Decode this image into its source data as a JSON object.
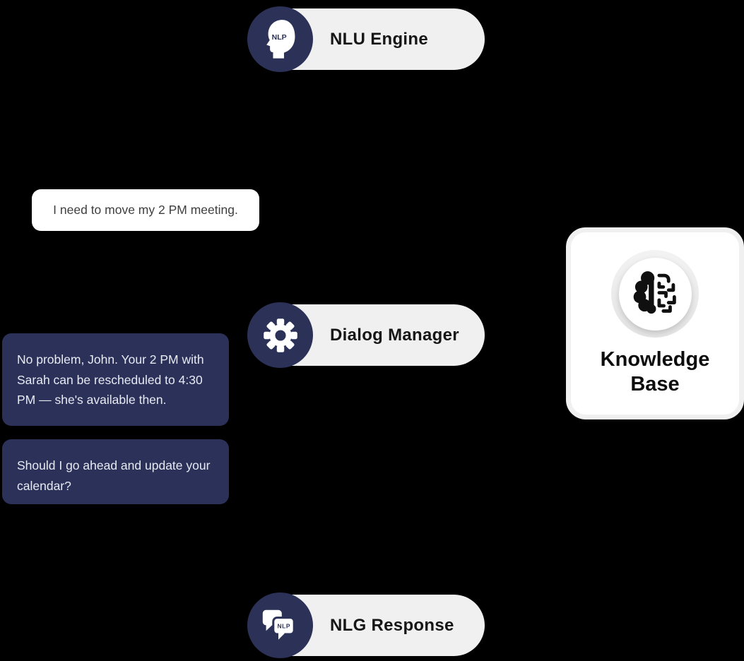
{
  "colors": {
    "background": "#000000",
    "navy": "#2c3257",
    "pill_background": "#f0f0f1",
    "pill_text": "#161616",
    "user_bubble_background": "#ffffff",
    "user_bubble_text": "#3e3e3e",
    "bot_bubble_background": "#2b3158",
    "bot_bubble_text": "#e7eaf3",
    "card_background": "#ffffff",
    "card_text": "#0d0d0d"
  },
  "pipeline": {
    "nlu": {
      "label": "NLU Engine",
      "icon": "nlp-head-icon",
      "badge": "NLP"
    },
    "dialog_manager": {
      "label": "Dialog Manager",
      "icon": "gear-icon"
    },
    "nlg": {
      "label": "NLG Response",
      "icon": "chat-bubbles-icon",
      "badge": "NLP"
    },
    "knowledge_base": {
      "label": "Knowledge Base",
      "icon": "brain-circuit-icon"
    }
  },
  "conversation": {
    "user_message": "I need to move my 2 PM meeting.",
    "bot_message_1": "No problem, John. Your 2 PM with Sarah can be rescheduled to 4:30 PM — she's available then.",
    "bot_message_2": "Should I go ahead and update your calendar?"
  }
}
